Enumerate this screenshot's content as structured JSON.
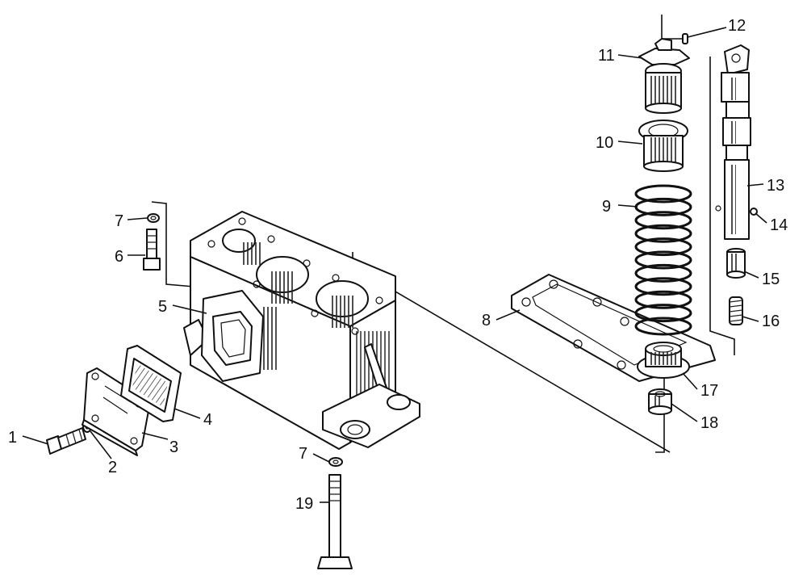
{
  "colors": {
    "ink": "#111111",
    "paper": "#ffffff"
  },
  "callouts": [
    {
      "id": "c1",
      "label": "1"
    },
    {
      "id": "c2",
      "label": "2"
    },
    {
      "id": "c3",
      "label": "3"
    },
    {
      "id": "c4",
      "label": "4"
    },
    {
      "id": "c5",
      "label": "5"
    },
    {
      "id": "c6",
      "label": "6"
    },
    {
      "id": "c7a",
      "label": "7"
    },
    {
      "id": "c7b",
      "label": "7"
    },
    {
      "id": "c8",
      "label": "8"
    },
    {
      "id": "c9",
      "label": "9"
    },
    {
      "id": "c10",
      "label": "10"
    },
    {
      "id": "c11",
      "label": "11"
    },
    {
      "id": "c12",
      "label": "12"
    },
    {
      "id": "c13",
      "label": "13"
    },
    {
      "id": "c14",
      "label": "14"
    },
    {
      "id": "c15",
      "label": "15"
    },
    {
      "id": "c16",
      "label": "16"
    },
    {
      "id": "c17",
      "label": "17"
    },
    {
      "id": "c18",
      "label": "18"
    },
    {
      "id": "c19",
      "label": "19"
    }
  ]
}
